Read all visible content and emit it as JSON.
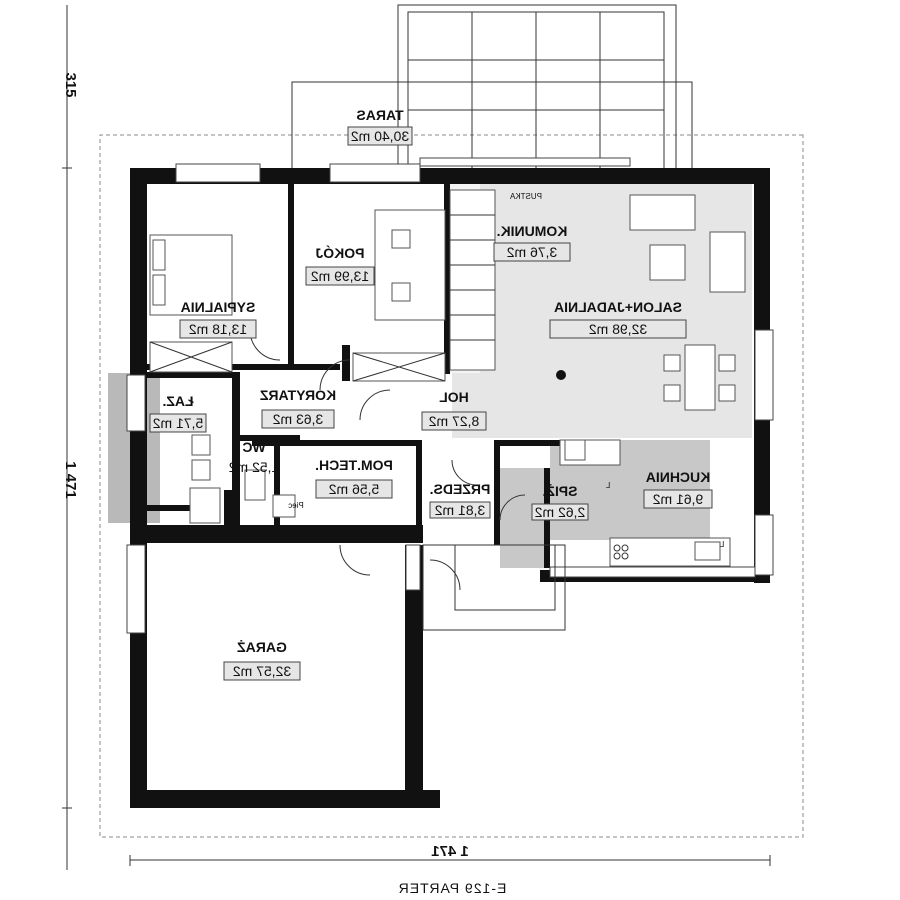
{
  "plan": {
    "title": "E-129 PARTER",
    "dimensions": {
      "bottom_width": "1 471",
      "left_height": "1 471",
      "left_top": "315"
    },
    "rooms": [
      {
        "id": "taras",
        "name": "TARAS",
        "area": "30,40 m2"
      },
      {
        "id": "komunik",
        "name": "KOMUNIK.",
        "area": "3,76 m2"
      },
      {
        "id": "pokoj",
        "name": "POKÓJ",
        "area": "13,99 m2"
      },
      {
        "id": "sypialnia",
        "name": "SYPIALNIA",
        "area": "13,18 m2"
      },
      {
        "id": "salon",
        "name": "SALON+JADALNIA",
        "area": "32,98 m2"
      },
      {
        "id": "lazienka",
        "name": "ŁAZ.",
        "area": "5,71 m2"
      },
      {
        "id": "korytarz",
        "name": "KORYTARZ",
        "area": "3,63 m2"
      },
      {
        "id": "hol",
        "name": "HOL",
        "area": "8,27 m2"
      },
      {
        "id": "wc",
        "name": "WC",
        "area": "1,52 m2"
      },
      {
        "id": "pomtech",
        "name": "POM.TECH.",
        "area": "5,56 m2"
      },
      {
        "id": "przedsionek",
        "name": "PRZEDS.",
        "area": "3,81 m2"
      },
      {
        "id": "spizarnia",
        "name": "SPIŻ.",
        "area": "2,62 m2"
      },
      {
        "id": "kuchnia",
        "name": "KUCHNIA",
        "area": "9,61 m2"
      },
      {
        "id": "garaz",
        "name": "GARAŻ",
        "area": "32,57 m2"
      }
    ],
    "labels": {
      "pustka": "PUSTKA",
      "piec": "Piec",
      "l1": "L",
      "l2": "L"
    }
  }
}
